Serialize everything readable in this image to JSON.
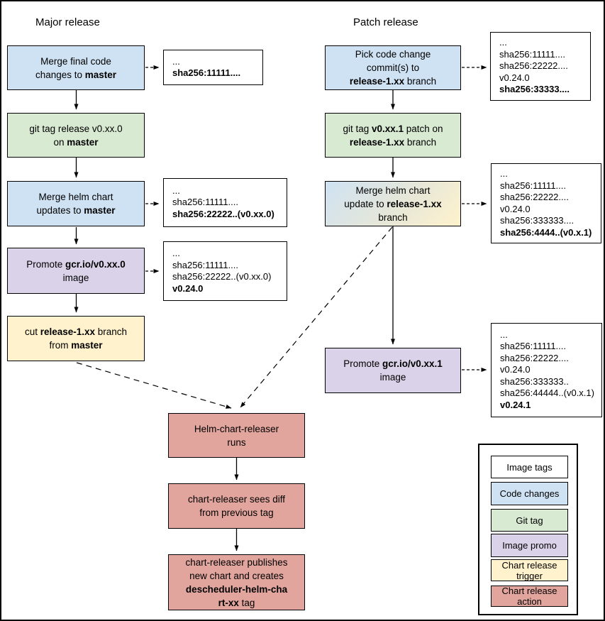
{
  "titles": {
    "major": "Major release",
    "patch": "Patch release"
  },
  "colors": {
    "code_changes_blue": "#cfe2f3",
    "git_tag_green": "#d9ead3",
    "image_promo_purple": "#d9d2e9",
    "chart_trigger_yellow": "#fff2cc",
    "chart_action_pink": "#e1a59d",
    "image_tags_white": "#ffffff",
    "gradient_from_blue": "#cfe2f3",
    "gradient_to_yellow": "#fff2cc",
    "line_black": "#000000"
  },
  "major_flow": [
    {
      "text": "Merge final code\nchanges to **master**"
    },
    {
      "text": "git tag release v0.xx.0\non **master**"
    },
    {
      "text": "Merge helm chart\nupdates to **master**"
    },
    {
      "text": "Promote **gcr.io/v0.xx.0**\nimage"
    },
    {
      "text": "cut **release-1.xx** branch\nfrom **master**"
    }
  ],
  "major_tags": [
    {
      "lines": [
        "...",
        "**sha256:11111....**"
      ]
    },
    {
      "lines": [
        "...",
        "sha256:11111....",
        "**sha256:22222..(v0.xx.0)**"
      ]
    },
    {
      "lines": [
        "...",
        "sha256:11111....",
        "sha256:22222..(v0.xx.0)",
        "**v0.24.0**"
      ]
    }
  ],
  "patch_flow": [
    {
      "text": "Pick code change\ncommit(s) to\n**release-1.xx** branch"
    },
    {
      "text": "git tag **v0.xx.1** patch on\n**release-1.xx** branch"
    },
    {
      "text": "Merge helm chart\nupdate to **release-1.xx**\nbranch"
    },
    {
      "text": "Promote **gcr.io/v0.xx.1**\nimage"
    }
  ],
  "patch_tags": [
    {
      "lines": [
        "...",
        "sha256:11111....",
        "sha256:22222....",
        "v0.24.0",
        "**sha256:33333....**"
      ]
    },
    {
      "lines": [
        "...",
        "sha256:11111....",
        "sha256:22222....",
        "v0.24.0",
        "sha256:333333....",
        "**sha256:4444..(v0.x.1)**"
      ]
    },
    {
      "lines": [
        "...",
        "sha256:11111....",
        "sha256:22222....",
        "v0.24.0",
        "sha256:333333..",
        "sha256:44444..(v0.x.1)",
        "**v0.24.1**"
      ]
    }
  ],
  "chart_flow": [
    {
      "text": "Helm-chart-releaser\nruns"
    },
    {
      "text": "chart-releaser sees diff\nfrom previous tag"
    },
    {
      "text": "chart-releaser publishes\nnew chart and creates\n**descheduler-helm-cha**\n**rt-xx** tag"
    }
  ],
  "legend": {
    "items": [
      {
        "label": "Image tags"
      },
      {
        "label": "Code changes"
      },
      {
        "label": "Git tag"
      },
      {
        "label": "Image promo"
      },
      {
        "label": "Chart release\ntrigger"
      },
      {
        "label": "Chart release\naction"
      }
    ]
  }
}
